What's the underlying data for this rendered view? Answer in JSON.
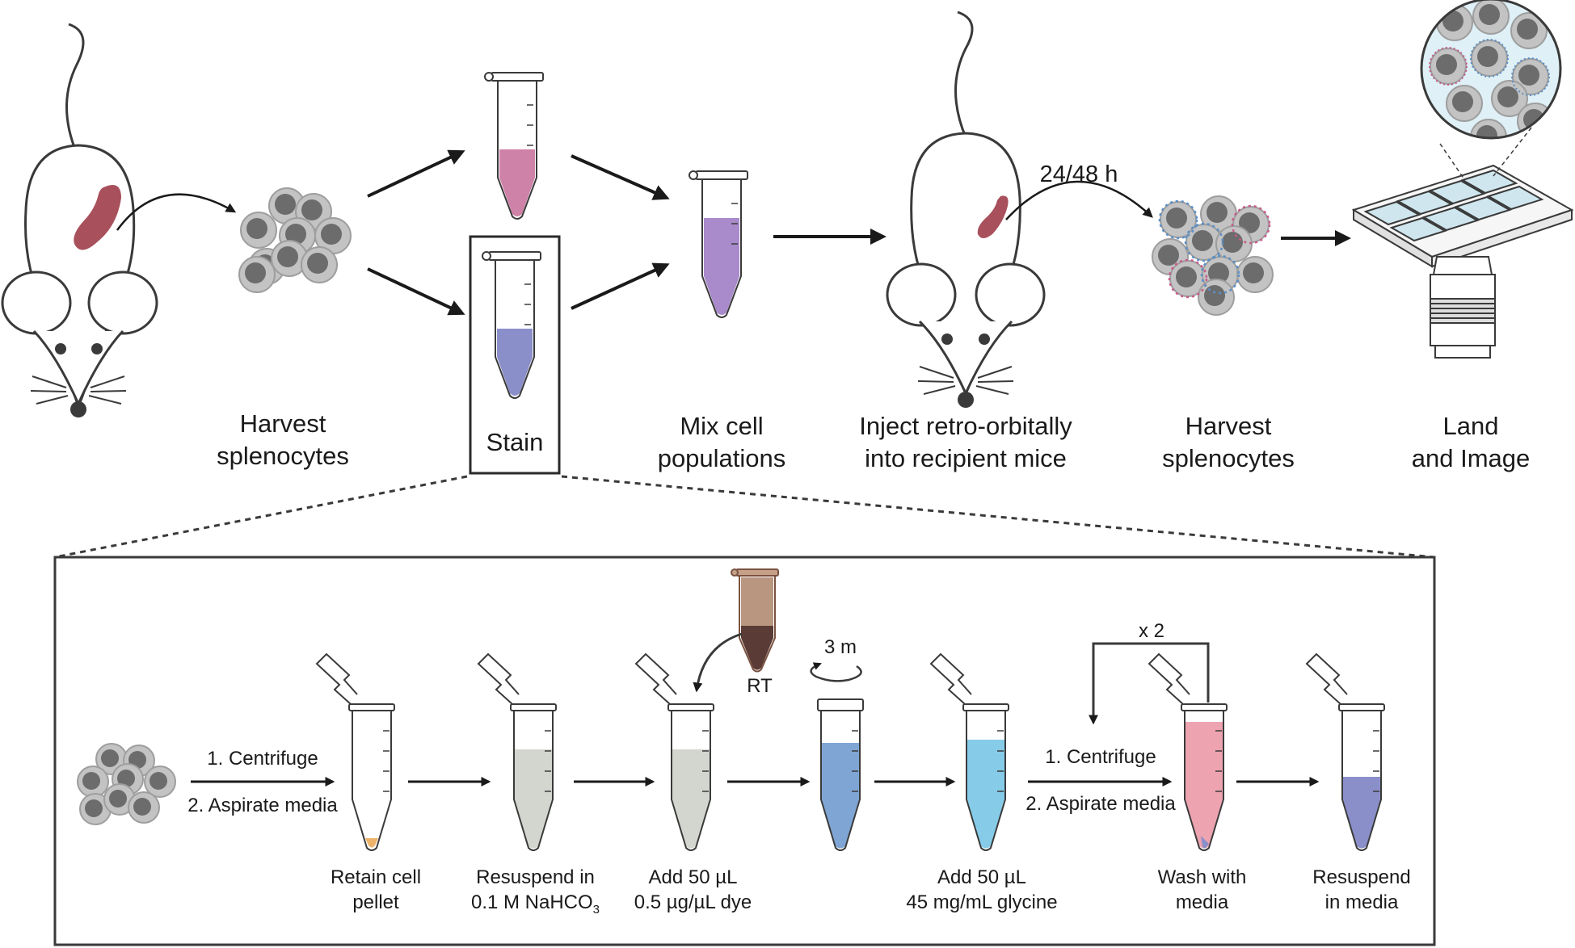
{
  "top_steps": [
    {
      "line1": "Harvest",
      "line2": "splenocytes"
    },
    {
      "line1": "Stain",
      "line2": ""
    },
    {
      "line1": "Mix cell",
      "line2": "populations"
    },
    {
      "line1": "Inject retro-orbitally",
      "line2": "into recipient mice"
    },
    {
      "line1": "Harvest",
      "line2": "splenocytes"
    },
    {
      "line1": "Land",
      "line2": "and Image"
    }
  ],
  "time_label": "24/48 h",
  "protocol": {
    "centrifuge_1": "1. Centrifuge",
    "aspirate_1": "2. Aspirate media",
    "centrifuge_2": "1. Centrifuge",
    "aspirate_2": "2. Aspirate media",
    "rt_label": "RT",
    "time_3m": "3 m",
    "repeat_label": "x 2",
    "steps": [
      {
        "line1": "Retain cell",
        "line2": "pellet"
      },
      {
        "line1": "Resuspend in",
        "line2": "0.1 M NaHCO",
        "sub": "3"
      },
      {
        "line1": "Add 50 µL",
        "line2": "0.5 µg/µL dye"
      },
      {
        "line1": "Add 50 µL",
        "line2": "45 mg/mL glycine"
      },
      {
        "line1": "Wash with",
        "line2": "media"
      },
      {
        "line1": "Resuspend",
        "line2": "in media"
      }
    ]
  },
  "colors": {
    "outline": "#3a3a3a",
    "spleen": "#a8505c",
    "cell": "#c3c3c3",
    "nucleus": "#6c6c6c",
    "pink_tube": "#cf82a8",
    "blue_tube": "#8a8fca",
    "purple_tube": "#a98acb",
    "grey_tube": "#d3d6cf",
    "medium_blue": "#7fa5d4",
    "light_blue": "#86cce8",
    "salmon": "#eda3b0",
    "dye_tube": "#9a7560",
    "pellet": "#eeb36a"
  }
}
